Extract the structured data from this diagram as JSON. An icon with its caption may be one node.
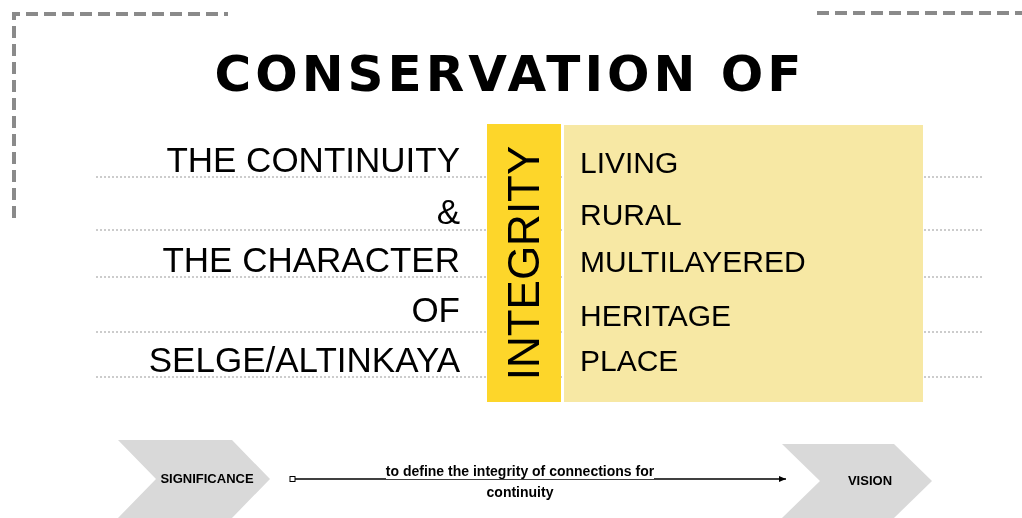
{
  "diagram": {
    "title": "CONSERVATION OF",
    "nodes": [
      {
        "text": [
          "INTEGRITY"
        ]
      },
      {
        "text": [
          "SIGNIFICANCE"
        ]
      },
      {
        "text": [
          "VISION"
        ]
      }
    ],
    "edges": [
      {
        "from": 1,
        "to": 2,
        "arrow": "to",
        "label": "to define the integrity of connections for continuity"
      }
    ],
    "labels": [
      "THE CONTINUITY",
      "&",
      "THE CHARACTER",
      "OF",
      "SELGE/ALTINKAYA",
      "LIVING",
      "RURAL",
      "MULTILAYERED",
      "HERITAGE",
      "PLACE"
    ]
  }
}
